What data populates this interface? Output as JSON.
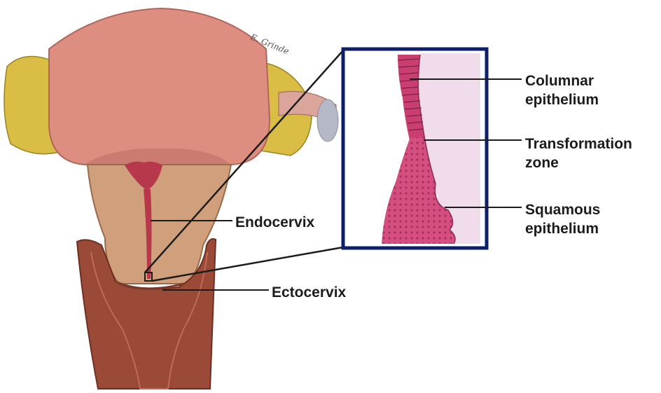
{
  "labels": {
    "endocervix": "Endocervix",
    "ectocervix": "Ectocervix",
    "columnar_line1": "Columnar",
    "columnar_line2": "epithelium",
    "transformation_line1": "Transformation",
    "transformation_line2": "zone",
    "squamous_line1": "Squamous",
    "squamous_line2": "epithelium"
  },
  "signature": "E. Grinde",
  "colors": {
    "uterus_body": "#dd8e80",
    "uterus_shadow": "#b86a60",
    "ovary": "#d9bd45",
    "cervix": "#d0a07c",
    "canal": "#b6384a",
    "vagina": "#9c4a38",
    "inset_border": "#0d1f6a",
    "columnar_cells": "#c93f72",
    "squamous": "#cf4d79",
    "stroma": "#f1dcec",
    "leader_line": "#1c1c1c"
  }
}
